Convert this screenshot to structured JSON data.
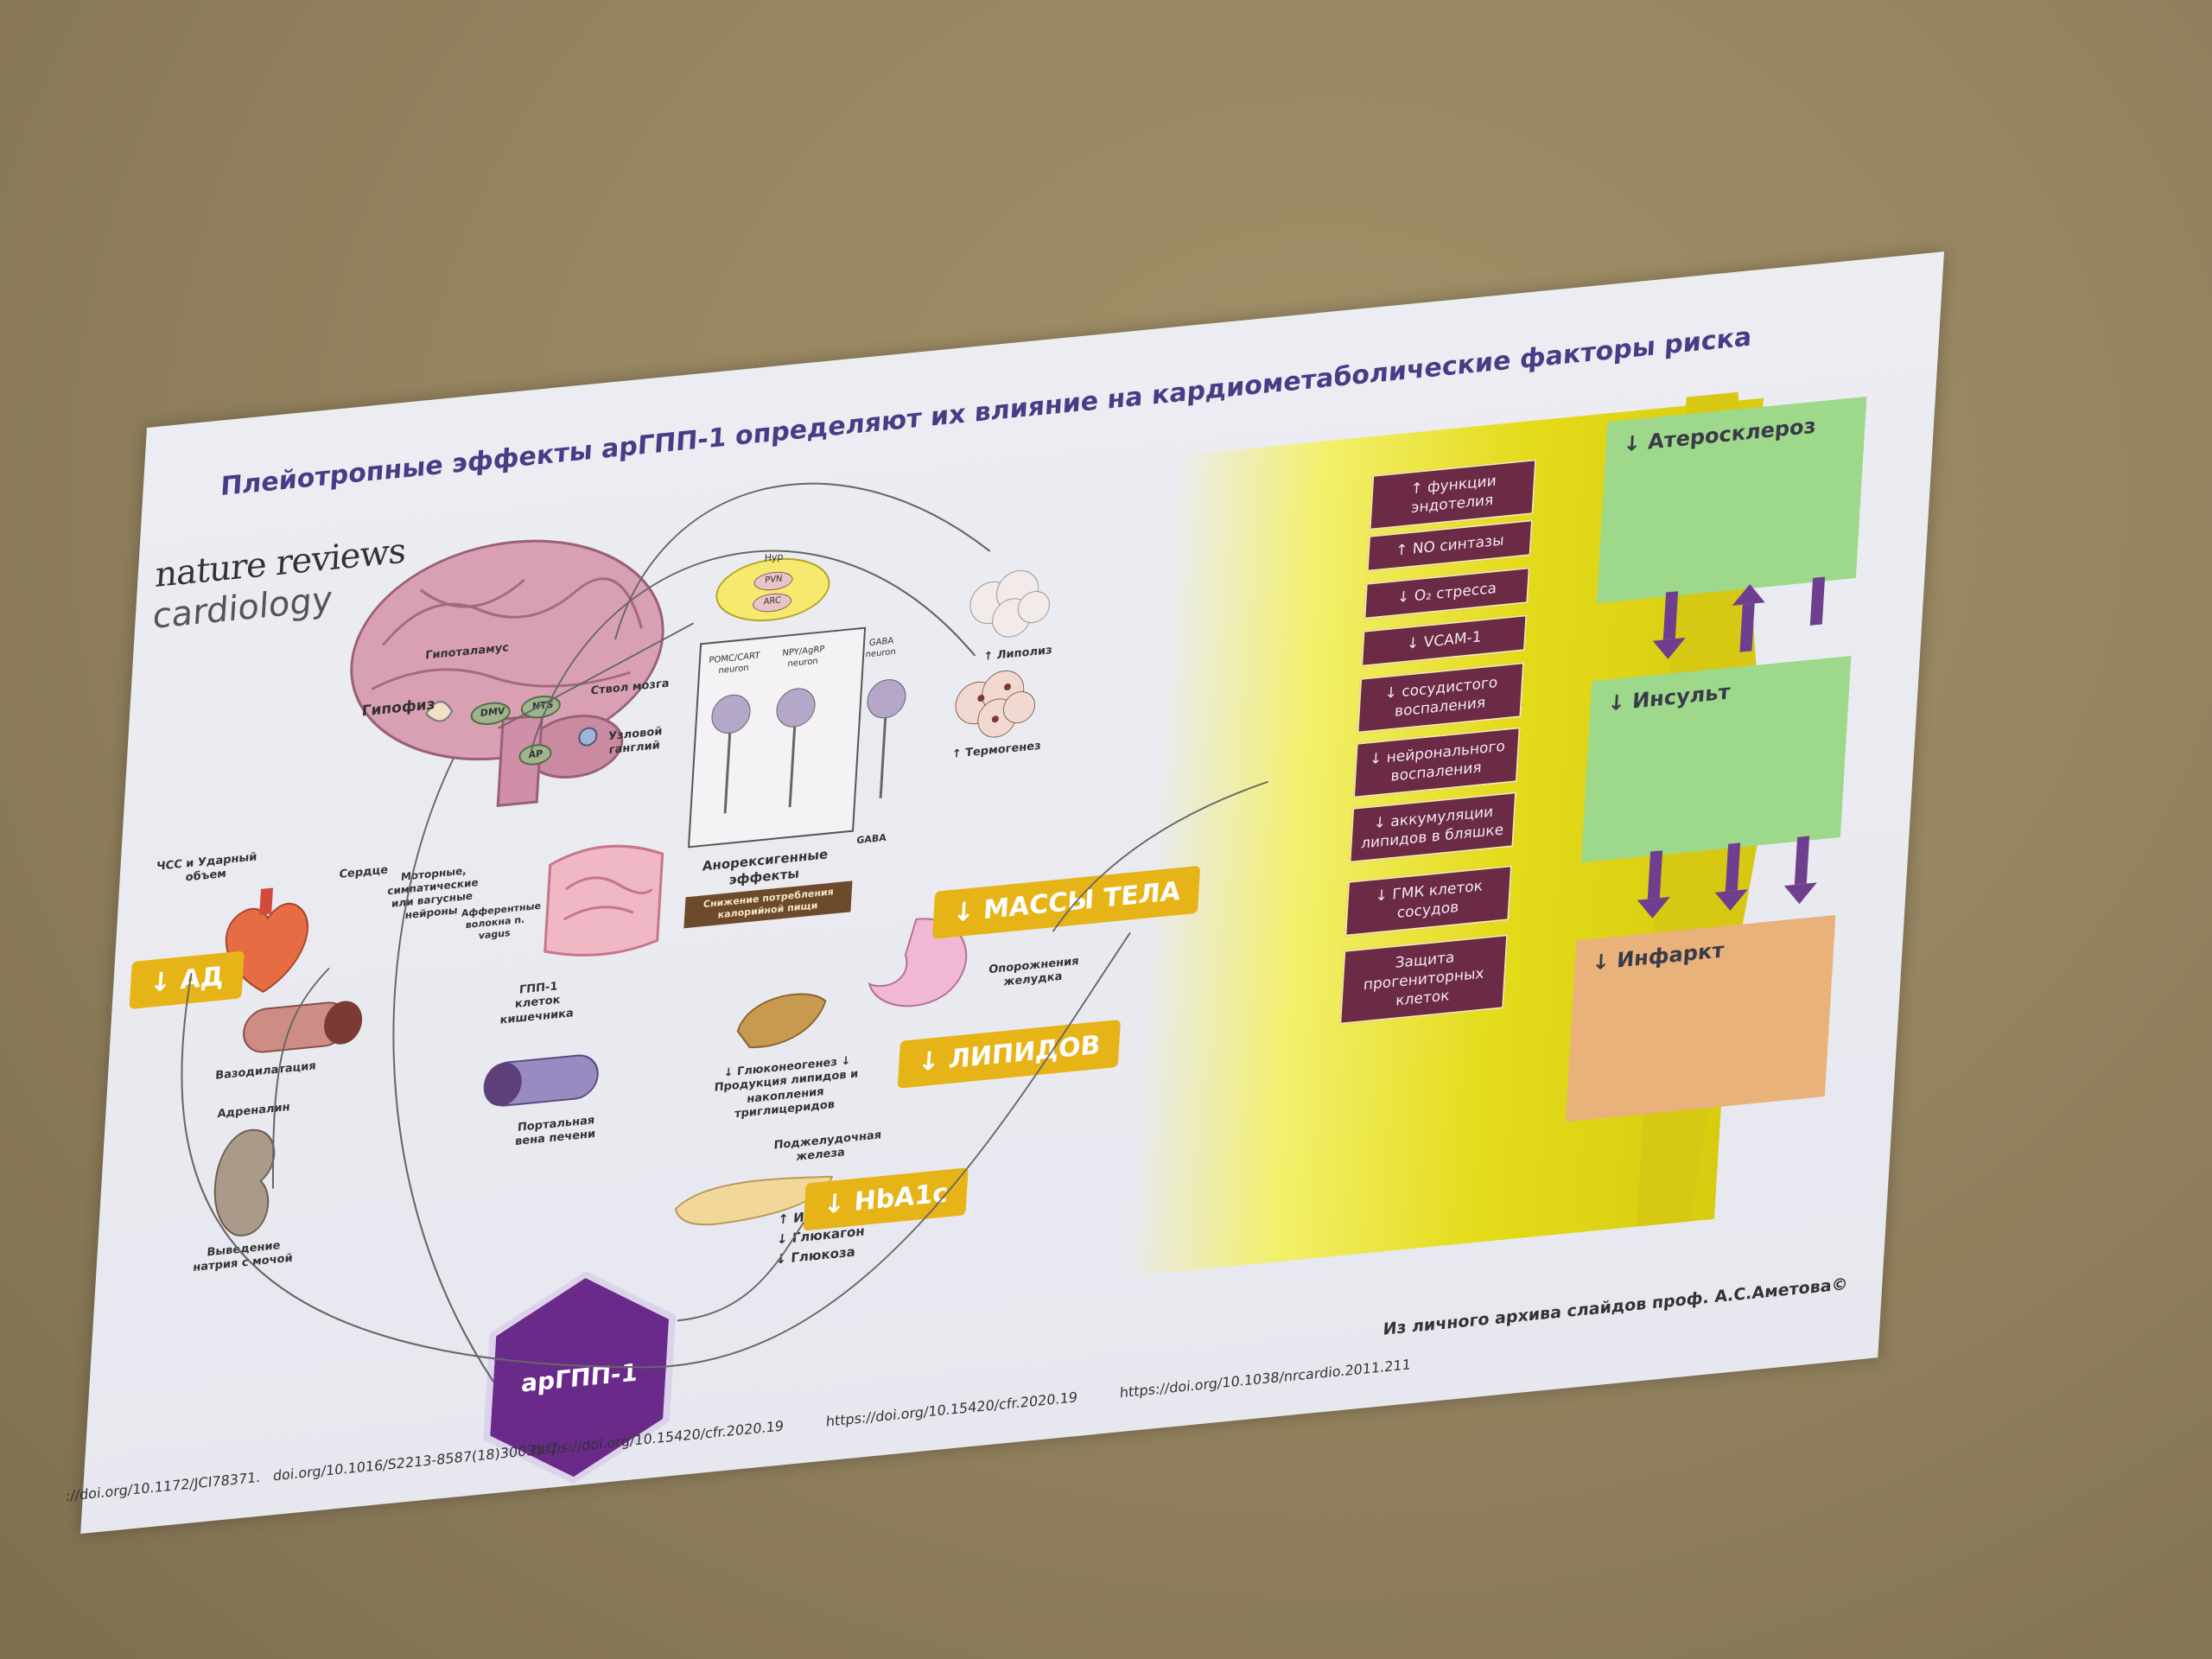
{
  "slide": {
    "title": "Плейотропные эффекты арГПП-1 определяют их влияние на кардиометаболические факторы риска",
    "logo_line1": "nature reviews",
    "logo_line2": "cardiology",
    "center_label": "арГПП-1",
    "brain_labels": {
      "hypothalamus": "Гипоталамус",
      "pituitary": "Гипофиз",
      "brainstem": "Ствол мозга",
      "dmv": "DMV",
      "nts": "NTS",
      "ap": "AP",
      "nodose": "Узловой ганглий"
    },
    "neuron_labels": {
      "hyp": "Hyp",
      "pvn": "PVN",
      "arc": "ARC",
      "pomc": "POMC/CART neuron",
      "npy": "NPY/AgRP neuron",
      "gaba_neuron": "GABA neuron",
      "gaba": "GABA",
      "anorexigenic": "Анорексигенные эффекты",
      "reduced_intake": "Снижение потребления калорийной пищи"
    },
    "organ_labels": {
      "hr": "ЧСС и Ударный объем",
      "heart": "Сердце",
      "motor": "Моторные, симпатические или вагусные нейроны",
      "afferent": "Афферентные волокна n. vagus",
      "glp_cells": "ГПП-1 клеток кишечника",
      "vasodilation": "Вазодилатация",
      "adrenaline": "Адреналин",
      "sodium": "Выведение натрия с мочой",
      "portal": "Портальная вена печени",
      "pancreas": "Поджелудочная железа",
      "insulin": "↑ Инсулин",
      "glucagon": "↓ Глюкагон",
      "glucose": "↓ Глюкоза",
      "liver": "↓ Глюконеогенез ↓ Продукция липидов и накопления триглицеридов",
      "stomach": "Опорожнения желудка",
      "lipolysis": "↑ Липолиз",
      "thermogenesis": "↑ Термогенез"
    },
    "yellow_boxes": {
      "bp": "↓ АД",
      "weight": "↓ МАССЫ ТЕЛА",
      "lipids": "↓ ЛИПИДОВ",
      "hba1c": "↓ HbA1c"
    },
    "effects": [
      "↑ функции эндотелия",
      "↑ NO синтазы",
      "↓ O₂ стресса",
      "↓ VCAM-1",
      "↓ сосудистого воспаления",
      "↓ нейронального воспаления",
      "↓ аккумуляции липидов в бляшке",
      "↓ ГМК клеток сосудов",
      "Защита прогениторных клеток"
    ],
    "outcomes": [
      {
        "label": "↓ Атеросклероз",
        "color": "#9ed88a"
      },
      {
        "label": "↓ Инсульт",
        "color": "#9ed88a"
      },
      {
        "label": "↓ Инфаркт",
        "color": "#e8b27a"
      }
    ],
    "footer": [
      "://doi.org/10.1172/JCI78371.",
      "doi.org/10.1016/S2213-8587(18)30031-7",
      "https://doi.org/10.15420/cfr.2020.19",
      "https://doi.org/10.15420/cfr.2020.19",
      "https://doi.org/10.1038/nrcardio.2011.211"
    ],
    "credit": "Из личного архива слайдов проф. А.С.Аметова©"
  }
}
